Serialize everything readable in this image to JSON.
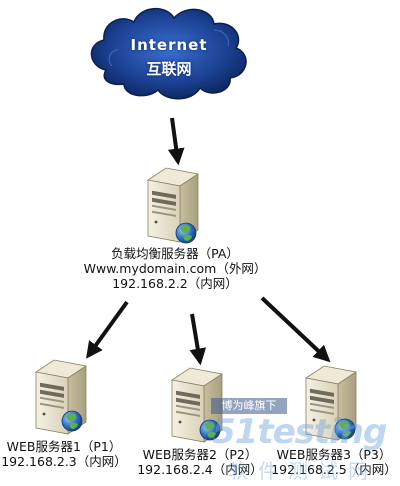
{
  "cloud": {
    "line1": "Internet",
    "line2": "互联网"
  },
  "load_balancer": {
    "name": "负载均衡服务器（PA）",
    "domain": "Www.mydomain.com（外网）",
    "ip": "192.168.2.2（内网）"
  },
  "servers": [
    {
      "name": "WEB服务器1（P1）",
      "ip": "192.168.2.3（内网）"
    },
    {
      "name": "WEB服务器2（P2）",
      "ip": "192.168.2.4（内网）"
    },
    {
      "name": "WEB服务器3（P3）",
      "ip": "192.168.2.5（内网）"
    }
  ],
  "watermark": {
    "banner": "博为峰旗下",
    "logo": "51testing",
    "sub": "软件测试网"
  },
  "colors": {
    "cloud": "#1a3f8f",
    "arrow": "#111111",
    "server_body": "#e8e2cf",
    "globe": "#2a6fc0"
  },
  "icons": {
    "cloud": "cloud-icon",
    "server": "server-icon",
    "globe": "globe-icon"
  }
}
